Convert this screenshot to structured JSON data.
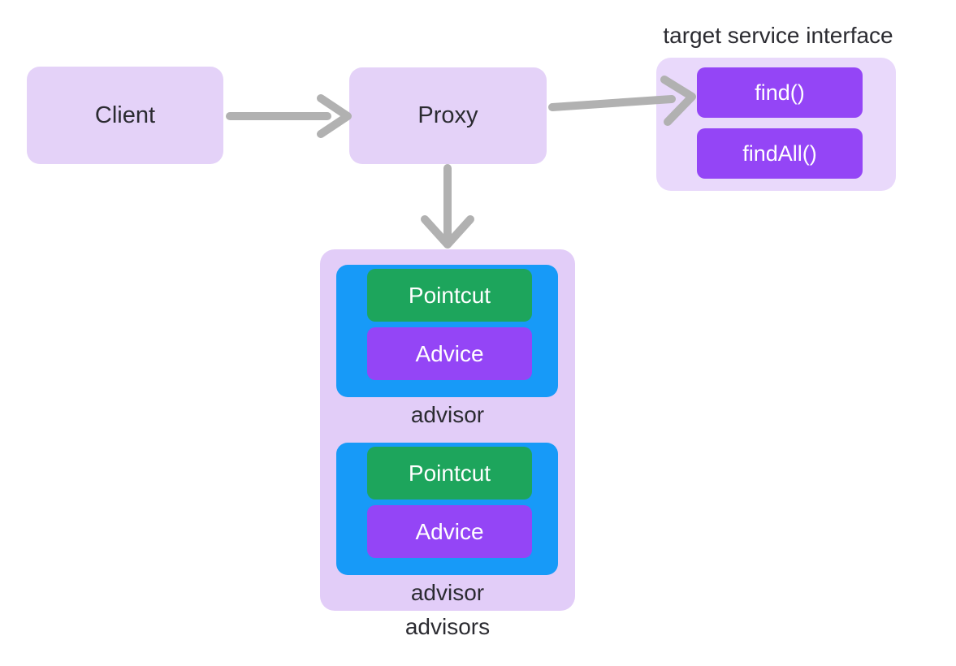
{
  "nodes": {
    "client": {
      "label": "Client"
    },
    "proxy": {
      "label": "Proxy"
    }
  },
  "target_interface": {
    "title": "target service interface",
    "methods": [
      {
        "label": "find()"
      },
      {
        "label": "findAll()"
      }
    ]
  },
  "advisors": {
    "caption": "advisors",
    "items": [
      {
        "caption": "advisor",
        "pointcut": "Pointcut",
        "advice": "Advice"
      },
      {
        "caption": "advisor",
        "pointcut": "Pointcut",
        "advice": "Advice"
      }
    ]
  },
  "colors": {
    "background": "#ffffff",
    "node_fill": "#e4d2f8",
    "target_container_fill": "#e9d9fb",
    "advisors_container_fill": "#e2cdf8",
    "method_fill": "#9445f6",
    "advisor_fill": "#179af8",
    "pointcut_fill": "#1da55c",
    "advice_fill": "#9445f6",
    "arrow": "#b1b1b1",
    "text_dark": "#2b2b31",
    "text_light": "#ffffff"
  }
}
